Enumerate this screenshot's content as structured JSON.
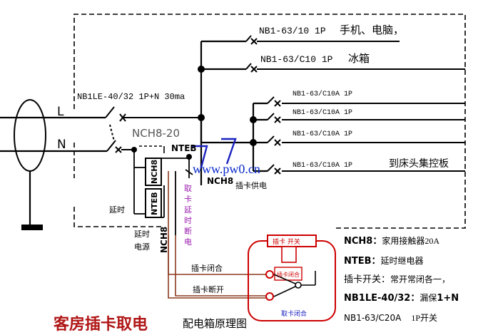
{
  "diagram": {
    "title_main": "客房插卡取电",
    "title_sub": "配电箱原理图",
    "watermark": "www.pw0.cn",
    "labels": {
      "L": "L",
      "N": "N",
      "main_breaker": "NB1LE-40/32 1P+N 30ma",
      "contactor": "NCH8-20",
      "nteb_top": "NTEB",
      "nch8_near": "NCH8",
      "card_supply": "插卡供电",
      "delay_off": "取卡延时断电",
      "delay": "延时",
      "delay_power": "延时电源",
      "card_close": "插卡闭合",
      "card_open": "插卡断开",
      "card_switch": "插卡 开关",
      "card_closed_contact": "插卡闭合",
      "card_pull_close": "取卡闭合",
      "box_nch8": "NCH8",
      "box_nteb": "NTEB",
      "vert_nch8": "NCH8"
    },
    "branches": [
      {
        "breaker": "NB1-63/10 1P",
        "load": "手机、电脑，"
      },
      {
        "breaker": "NB1-63/C10 1P",
        "load": "冰箱"
      },
      {
        "breaker": "NB1-63/C10A 1P",
        "load": ""
      },
      {
        "breaker": "NB1-63/C10A 1P",
        "load": ""
      },
      {
        "breaker": "NB1-63/C10A 1P",
        "load": ""
      },
      {
        "breaker": "NB1-63/C10A 1P",
        "load": "到床头集控板"
      }
    ],
    "legend": [
      {
        "key": "NCH8",
        "sep": "：",
        "desc": "家用接触器20A"
      },
      {
        "key": "NTEB",
        "sep": "：",
        "desc": "延时继电器"
      },
      {
        "key": "插卡开关",
        "sep": "：",
        "desc": "常开常闭各一，"
      },
      {
        "key": "NB1LE-40/32",
        "sep": "：",
        "desc": "漏保",
        "extra": "1+N"
      },
      {
        "key": "NB1-63/C20A",
        "sep": "",
        "desc": "1P开关"
      }
    ],
    "colors": {
      "line": "#000000",
      "brown": "#8b3a1e",
      "red": "#cc0000",
      "blue": "#1a22c0",
      "purple": "#9a1fae",
      "title": "#b01515",
      "watermark": "#0a2acc"
    }
  }
}
